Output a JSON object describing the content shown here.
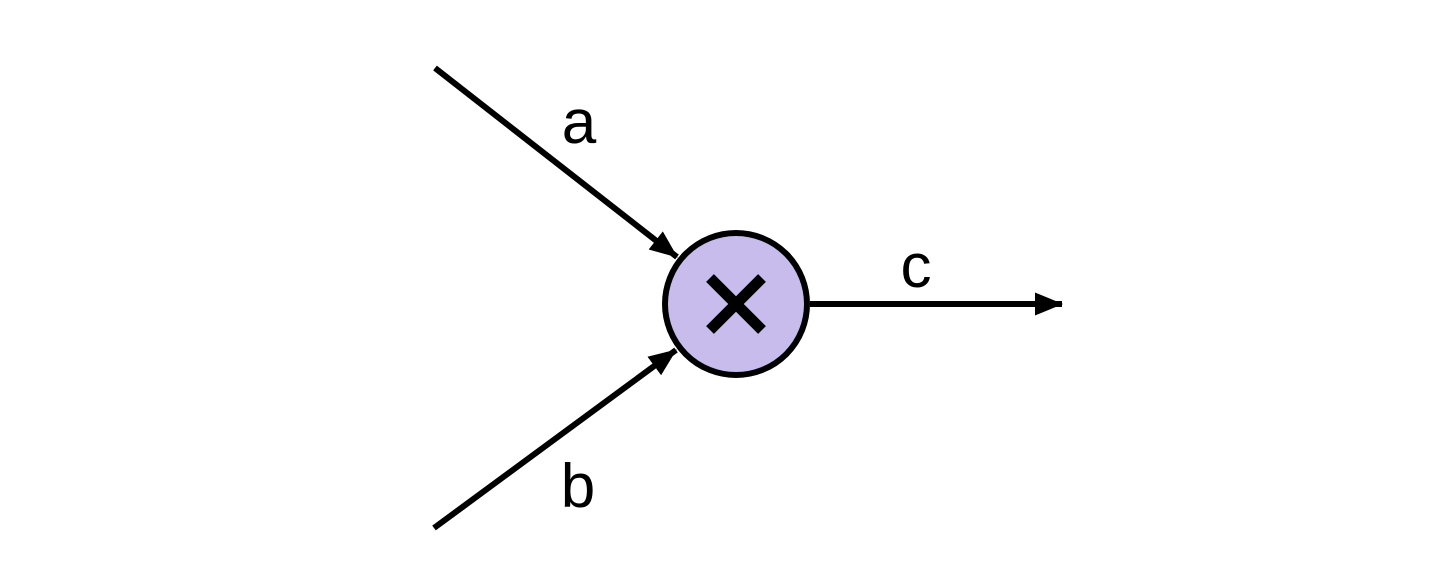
{
  "diagram": {
    "type": "dataflow-operator",
    "background_color": "#ffffff",
    "node": {
      "name": "multiply-node",
      "operator": "multiply",
      "symbol": "×",
      "icon": "multiply-icon",
      "fill_color": "#c8bcec",
      "stroke_color": "#000000"
    },
    "edges": [
      {
        "id": "a",
        "label": "a",
        "role": "input",
        "direction": "from-top-left-into-node"
      },
      {
        "id": "b",
        "label": "b",
        "role": "input",
        "direction": "from-bottom-left-into-node"
      },
      {
        "id": "c",
        "label": "c",
        "role": "output",
        "direction": "from-node-to-right"
      }
    ],
    "arrow_color": "#000000"
  }
}
